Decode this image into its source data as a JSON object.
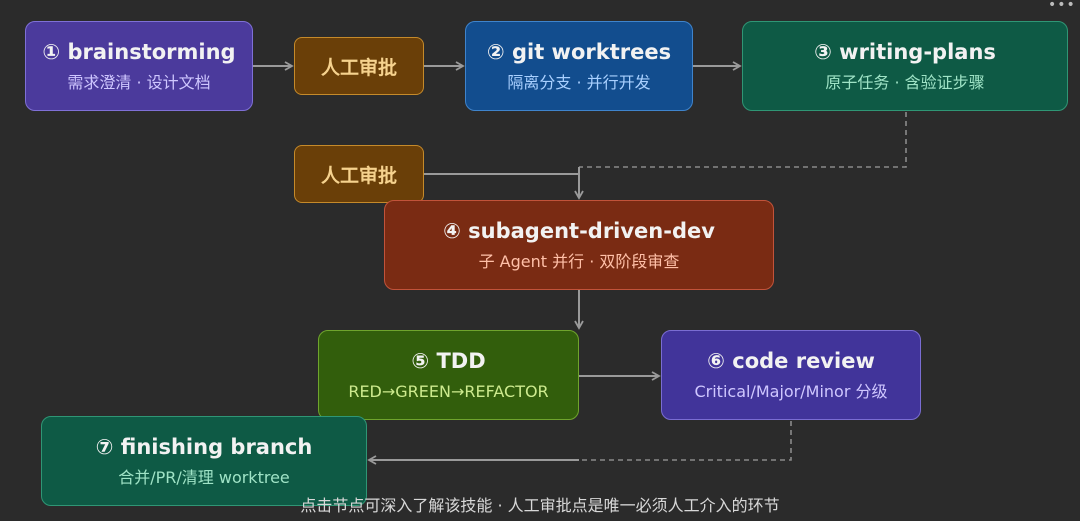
{
  "nodes": {
    "brainstorming": {
      "title": "① brainstorming",
      "subtitle": "需求澄清 · 设计文档"
    },
    "git_worktrees": {
      "title": "② git worktrees",
      "subtitle": "隔离分支 · 并行开发"
    },
    "writing_plans": {
      "title": "③ writing-plans",
      "subtitle": "原子任务 · 含验证步骤"
    },
    "subagent_dev": {
      "title": "④ subagent-driven-dev",
      "subtitle": "子 Agent 并行 · 双阶段审查"
    },
    "tdd": {
      "title": "⑤ TDD",
      "subtitle": "RED→GREEN→REFACTOR"
    },
    "code_review": {
      "title": "⑥ code review",
      "subtitle": "Critical/Major/Minor 分级"
    },
    "finishing": {
      "title": "⑦ finishing branch",
      "subtitle": "合并/PR/清理 worktree"
    }
  },
  "gates": {
    "gate_1": {
      "label": "人工审批"
    },
    "gate_2": {
      "label": "人工审批"
    }
  },
  "footer": {
    "text": "点击节点可深入了解该技能 · 人工审批点是唯一必须人工介入的环节"
  },
  "icons": {
    "corner": "more-dots-icon"
  },
  "colors": {
    "background": "#2b2b2b",
    "connector": "#9a9a9a",
    "gate_fill": "#6a3f08",
    "gate_text": "#f6d28e"
  }
}
